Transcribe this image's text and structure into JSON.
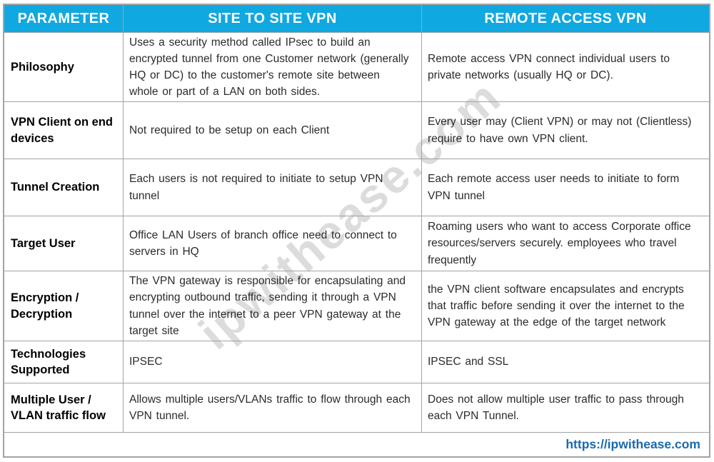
{
  "table": {
    "headers": {
      "parameter": "PARAMETER",
      "site_to_site": "SITE TO SITE VPN",
      "remote_access": "REMOTE ACCESS VPN"
    },
    "rows": [
      {
        "parameter": "Philosophy",
        "site_to_site": "Uses a security method called IPsec to build an encrypted tunnel from one Customer network (generally HQ or DC) to the customer's remote site between whole or part of a LAN on both sides.",
        "remote_access": "Remote access VPN connect individual users to private networks (usually HQ or DC)."
      },
      {
        "parameter": "VPN Client on end devices",
        "site_to_site": "Not required to be setup on each Client",
        "remote_access": "Every user may (Client VPN) or may not (Clientless) require to have own VPN client."
      },
      {
        "parameter": "Tunnel Creation",
        "site_to_site": "Each users is not required to initiate to setup VPN tunnel",
        "remote_access": "Each remote access user needs to initiate to form VPN tunnel"
      },
      {
        "parameter": "Target User",
        "site_to_site": "Office LAN Users of branch office need to connect to servers in HQ",
        "remote_access": "Roaming users who want to access Corporate office resources/servers securely. employees who travel frequently"
      },
      {
        "parameter": "Encryption / Decryption",
        "site_to_site": "The VPN gateway is responsible for encapsulating and encrypting outbound traffic, sending it through a VPN tunnel over the internet to a peer VPN gateway at the target site",
        "remote_access": "the VPN client software encapsulates and encrypts that traffic before sending it over the internet to the VPN gateway at the edge of the target network"
      },
      {
        "parameter": "Technologies Supported",
        "site_to_site": "IPSEC",
        "remote_access": "IPSEC and SSL"
      },
      {
        "parameter": "Multiple User / VLAN traffic flow",
        "site_to_site": "Allows multiple users/VLANs traffic to flow through each VPN tunnel.",
        "remote_access": "Does not allow multiple user traffic to pass through each VPN Tunnel."
      }
    ],
    "footer_url": "https://ipwithease.com",
    "watermark": "ipwithease.com"
  },
  "colors": {
    "header_bg": "#10a8e0",
    "header_text": "#ffffff",
    "border": "#a3a3a3",
    "body_text": "#2b2b2b",
    "param_text": "#000000",
    "footer_link": "#1a6ab0",
    "watermark": "#d4d4d4"
  }
}
